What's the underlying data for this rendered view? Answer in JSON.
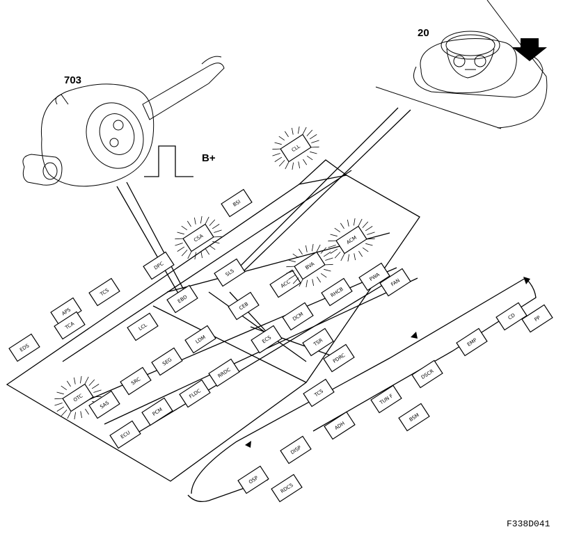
{
  "callouts": {
    "switch_number": "703",
    "display_number": "20",
    "signal_label": "B+"
  },
  "reference_code": "F338D041",
  "modules": [
    {
      "id": "m-cll",
      "label": "CLL",
      "active": true
    },
    {
      "id": "m-bsi",
      "label": "BSI",
      "active": false
    },
    {
      "id": "m-aps",
      "label": "APS",
      "active": false
    },
    {
      "id": "m-csa",
      "label": "CSA",
      "active": true
    },
    {
      "id": "m-eds",
      "label": "EDS",
      "active": false
    },
    {
      "id": "m-dpc",
      "label": "DPC",
      "active": false
    },
    {
      "id": "m-ebd",
      "label": "EBD",
      "active": false
    },
    {
      "id": "m-tcs",
      "label": "TCS",
      "active": false
    },
    {
      "id": "m-tca",
      "label": "TCA",
      "active": false
    },
    {
      "id": "m-acm",
      "label": "ACM",
      "active": true
    },
    {
      "id": "m-acc",
      "label": "ACC",
      "active": false
    },
    {
      "id": "m-sls",
      "label": "SLS",
      "active": false
    },
    {
      "id": "m-lcl",
      "label": "LCL",
      "active": false
    },
    {
      "id": "m-ldm",
      "label": "LDM",
      "active": false
    },
    {
      "id": "m-seg",
      "label": "SEG",
      "active": false
    },
    {
      "id": "m-src",
      "label": "SRC",
      "active": false
    },
    {
      "id": "m-otc",
      "label": "OTC",
      "active": true
    },
    {
      "id": "m-sas",
      "label": "SAS",
      "active": false
    },
    {
      "id": "m-ecu",
      "label": "ECU",
      "active": false
    },
    {
      "id": "m-pcm",
      "label": "PCM",
      "active": false
    },
    {
      "id": "m-fldc",
      "label": "FLDC",
      "active": false
    },
    {
      "id": "m-rrdc",
      "label": "RRDC",
      "active": false
    },
    {
      "id": "m-bva",
      "label": "BVA",
      "active": true
    },
    {
      "id": "m-dcm",
      "label": "DCM",
      "active": false
    },
    {
      "id": "m-pwa",
      "label": "PWA",
      "active": false
    },
    {
      "id": "m-rhcb",
      "label": "RHCB",
      "active": false
    },
    {
      "id": "m-fan",
      "label": "FAN",
      "active": false
    },
    {
      "id": "m-ceb",
      "label": "CEB",
      "active": false
    },
    {
      "id": "m-tsr",
      "label": "TSR",
      "active": false
    },
    {
      "id": "m-pdrc",
      "label": "PDRC",
      "active": false
    },
    {
      "id": "m-ecs",
      "label": "ECS",
      "active": false
    },
    {
      "id": "m-tcs2",
      "label": "TCS",
      "active": false
    },
    {
      "id": "m-disp",
      "label": "DISP",
      "active": false
    },
    {
      "id": "m-adh",
      "label": "ADH",
      "active": false
    },
    {
      "id": "m-tunf",
      "label": "TUN F",
      "active": false
    },
    {
      "id": "m-dscr",
      "label": "DSCR",
      "active": false
    },
    {
      "id": "m-emp",
      "label": "EMP",
      "active": false
    },
    {
      "id": "m-cd",
      "label": "CD",
      "active": false
    },
    {
      "id": "m-pp",
      "label": "PP",
      "active": false
    },
    {
      "id": "m-osp",
      "label": "OSP",
      "active": false
    },
    {
      "id": "m-rdcs",
      "label": "RDCS",
      "active": false
    },
    {
      "id": "m-bsm",
      "label": "BSM",
      "active": false
    }
  ]
}
